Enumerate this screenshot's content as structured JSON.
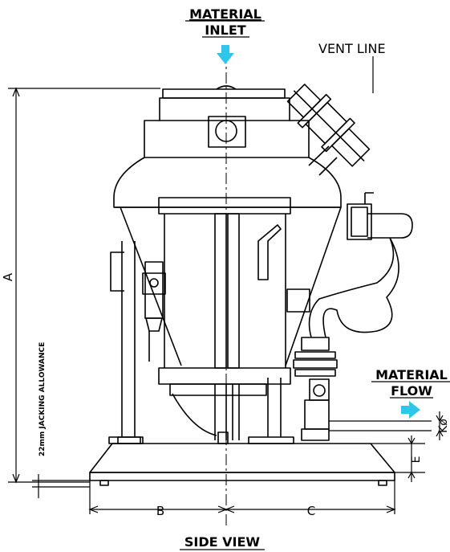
{
  "labels": {
    "material_inlet_line1": "MATERIAL",
    "material_inlet_line2": "INLET",
    "vent_line": "VENT  LINE",
    "material_flow_line1": "MATERIAL",
    "material_flow_line2": "FLOW",
    "dim_a": "A",
    "dim_b": "B",
    "dim_c": "C",
    "dim_e": "E",
    "dim_k": "Kø",
    "jacking": "22mm  JACKING ALLOWANCE",
    "view_title": "SIDE  VIEW"
  },
  "colors": {
    "line": "#000000",
    "arrow": "#2fc6ea",
    "background": "#ffffff"
  }
}
